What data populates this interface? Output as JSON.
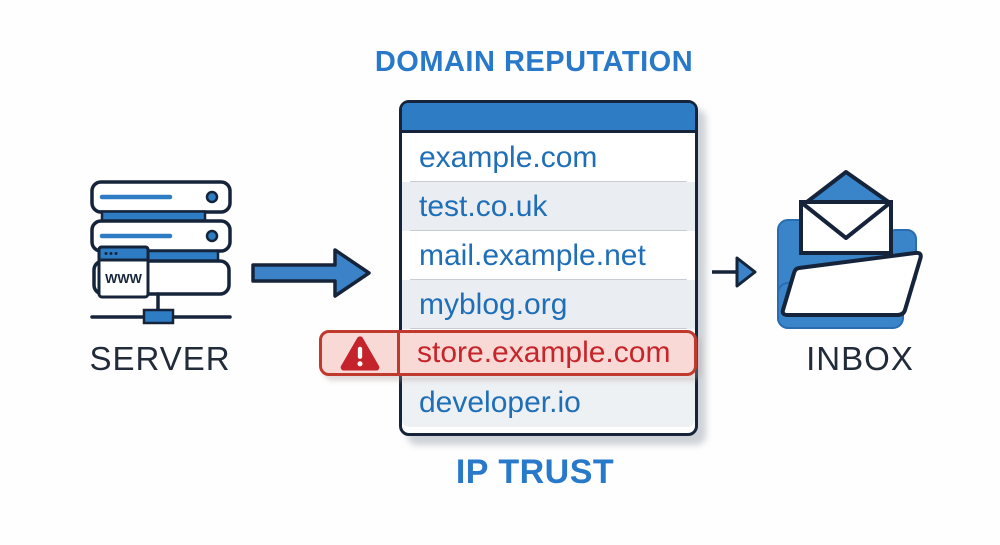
{
  "title": "DOMAIN REPUTATION",
  "footer_label": "IP TRUST",
  "server": {
    "label": "SERVER",
    "browser_text": "WWW"
  },
  "inbox": {
    "label": "INBOX"
  },
  "domain_list": {
    "rows": [
      {
        "domain": "example.com",
        "flagged": false
      },
      {
        "domain": "test.co.uk",
        "flagged": false
      },
      {
        "domain": "mail.example.net",
        "flagged": false
      },
      {
        "domain": "myblog.org",
        "flagged": false
      },
      {
        "domain": "store.example.com",
        "flagged": true
      },
      {
        "domain": "developer.io",
        "flagged": false
      }
    ]
  },
  "colors": {
    "accent_blue": "#2E7CC4",
    "outline_navy": "#15243A",
    "title_blue": "#2879C9",
    "domain_blue": "#1F6FB8",
    "alert_border_red": "#BF3A2D",
    "alert_bg_pink": "#F8D9D6",
    "alert_text_red": "#C5252B",
    "warning_triangle_red": "#C5232B",
    "row_alt_gray": "#EAEEF2",
    "label_dark": "#222B39"
  }
}
